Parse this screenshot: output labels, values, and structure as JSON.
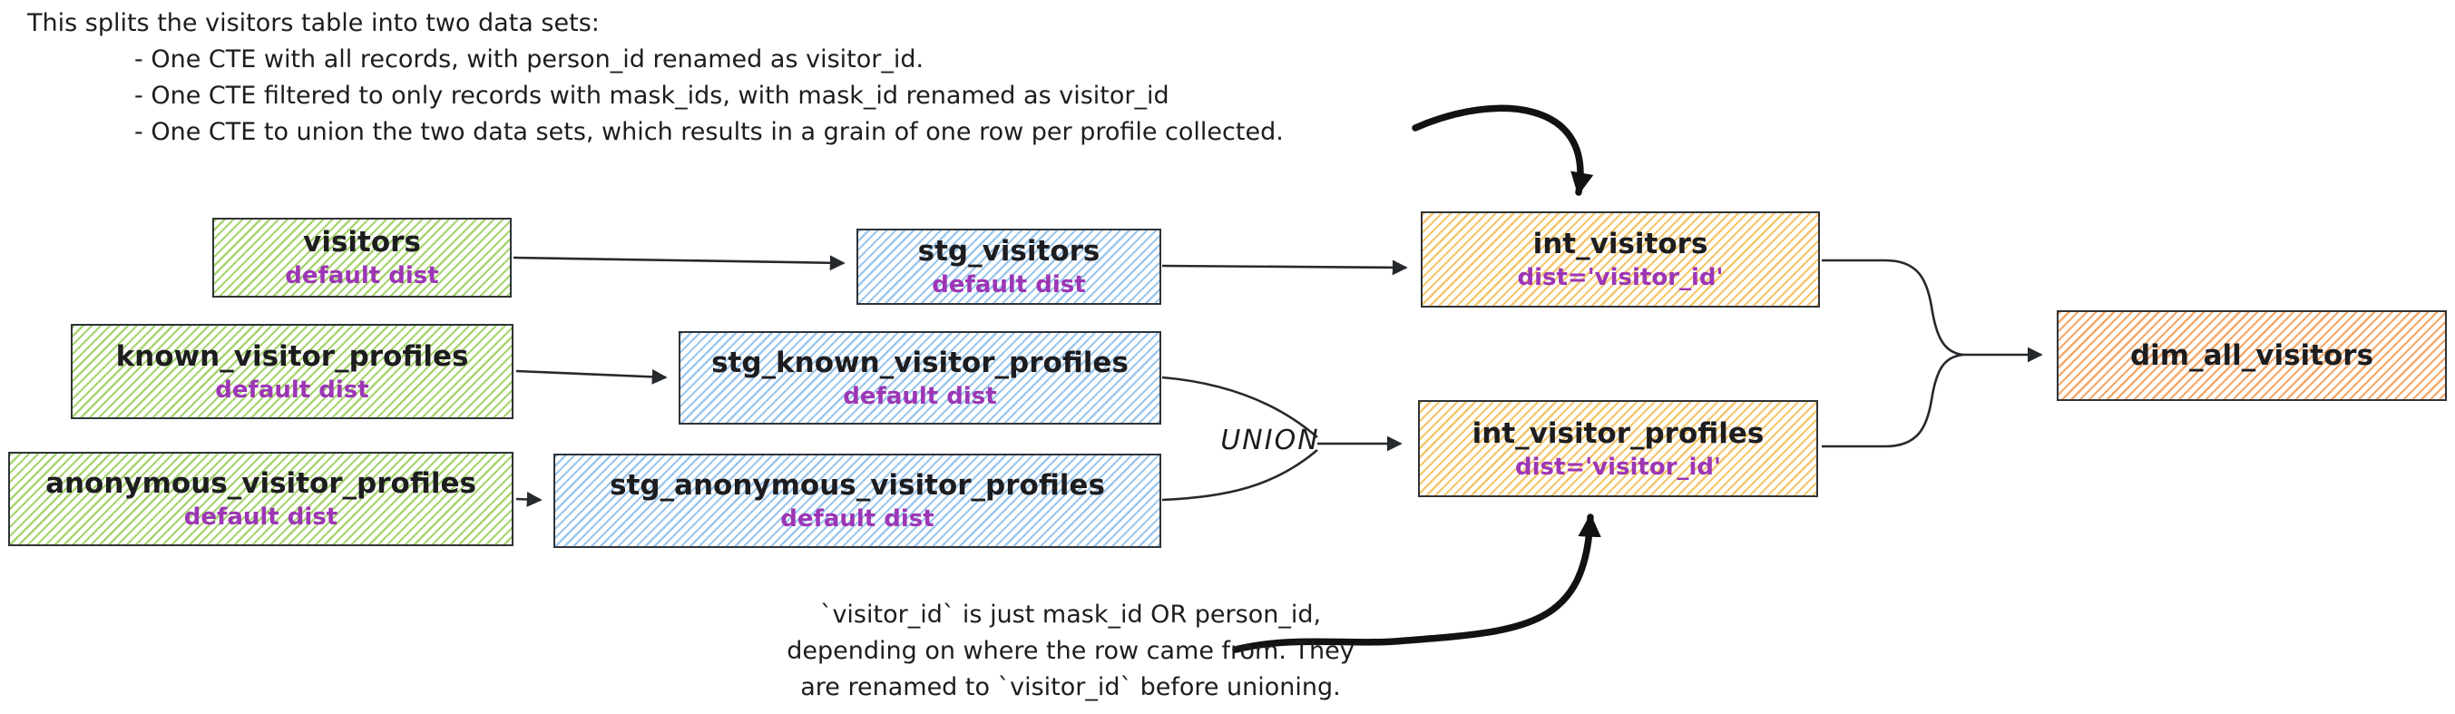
{
  "notes": {
    "top": {
      "title": "This splits the visitors table into two data sets:",
      "bullets": [
        "- One CTE with all records, with person_id renamed as visitor_id.",
        "- One CTE filtered to only records with mask_ids, with mask_id renamed as visitor_id",
        "- One CTE to union the two data sets, which results in a grain of one row per profile collected."
      ]
    },
    "union_label": "UNION",
    "bottom": {
      "lines": [
        "`visitor_id` is just mask_id OR person_id,",
        "depending on where the row came from. They",
        "are renamed to `visitor_id` before unioning."
      ]
    }
  },
  "nodes": [
    {
      "id": "visitors",
      "label": "visitors",
      "sublabel": "default dist",
      "color_variant": "green"
    },
    {
      "id": "stg_visitors",
      "label": "stg_visitors",
      "sublabel": "default dist",
      "color_variant": "blue"
    },
    {
      "id": "int_visitors",
      "label": "int_visitors",
      "sublabel": "dist='visitor_id'",
      "color_variant": "yellow"
    },
    {
      "id": "known_visitor_profiles",
      "label": "known_visitor_profiles",
      "sublabel": "default dist",
      "color_variant": "green"
    },
    {
      "id": "stg_known_visitor_profiles",
      "label": "stg_known_visitor_profiles",
      "sublabel": "default dist",
      "color_variant": "blue"
    },
    {
      "id": "anonymous_visitor_profiles",
      "label": "anonymous_visitor_profiles",
      "sublabel": "default dist",
      "color_variant": "green"
    },
    {
      "id": "stg_anonymous_visitor_profiles",
      "label": "stg_anonymous_visitor_profiles",
      "sublabel": "default dist",
      "color_variant": "blue"
    },
    {
      "id": "int_visitor_profiles",
      "label": "int_visitor_profiles",
      "sublabel": "dist='visitor_id'",
      "color_variant": "yellow"
    },
    {
      "id": "dim_all_visitors",
      "label": "dim_all_visitors",
      "sublabel": "",
      "color_variant": "orange"
    }
  ],
  "edges": [
    "visitors -> stg_visitors",
    "stg_visitors -> int_visitors",
    "known_visitor_profiles -> stg_known_visitor_profiles",
    "anonymous_visitor_profiles -> stg_anonymous_visitor_profiles",
    "stg_known_visitor_profiles + stg_anonymous_visitor_profiles -> UNION -> int_visitor_profiles",
    "int_visitors + int_visitor_profiles -> dim_all_visitors",
    "top_note -> int_visitors",
    "bottom_note -> int_visitor_profiles"
  ],
  "colors": {
    "background": "#ffffff",
    "ink": "#1d1d20",
    "node_border": "#2f3338",
    "purple_sublabel": "#9c36b5",
    "green_hatch": "#a8d46f",
    "blue_hatch": "#9cc7ec",
    "yellow_hatch": "#f4c76b",
    "orange_hatch": "#f5a869",
    "wire": "#26292d"
  }
}
